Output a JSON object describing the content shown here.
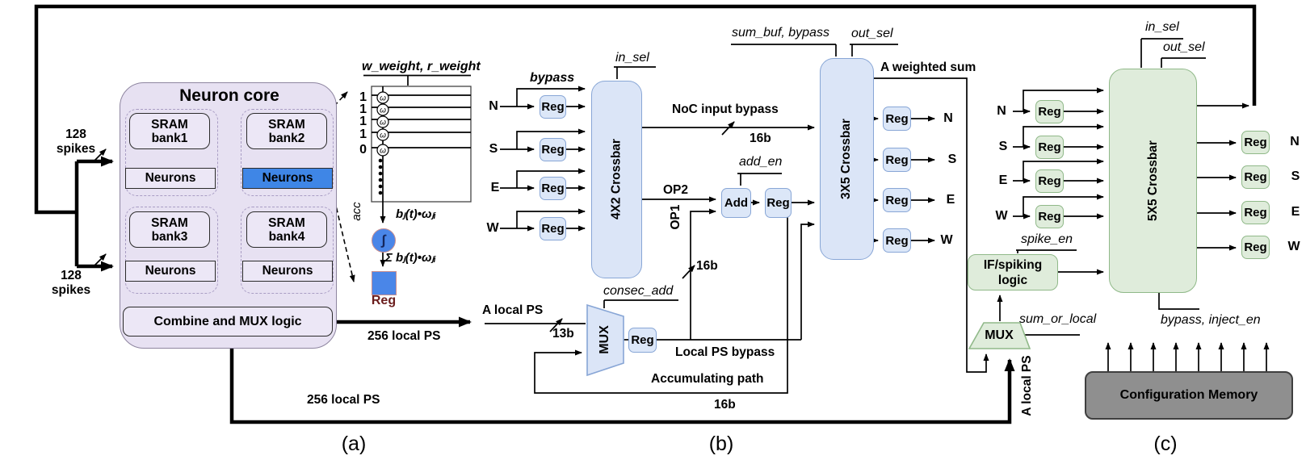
{
  "colors": {
    "core_lavender": "#e7e1f2",
    "inner_lavender": "#ece7f6",
    "highlight_blue": "#3f86e6",
    "panel_blue_fill": "#dbe5f7",
    "panel_blue_border": "#88a6d6",
    "panel_green_fill": "#dfecdb",
    "panel_green_border": "#90b989",
    "detail_blue": "#4a86e8",
    "config_gray": "#8f8f8f",
    "blue_arrow": "#3b3bdd"
  },
  "captions": {
    "a": "(a)",
    "b": "(b)",
    "c": "(c)"
  },
  "common": {
    "reg": "Reg",
    "mux": "MUX",
    "dirs": [
      "N",
      "S",
      "E",
      "W"
    ],
    "b16": "16b"
  },
  "panel_a": {
    "spikes_in_top": "128 spikes",
    "spikes_in_bottom": "128 spikes",
    "core_title": "Neuron core",
    "banks": [
      "SRAM bank1",
      "SRAM bank2",
      "SRAM bank3",
      "SRAM bank4"
    ],
    "neurons": "Neurons",
    "combine": "Combine and MUX logic",
    "bus_out_label": "256 local PS",
    "bus_bottom_label": "256 local PS",
    "detail": {
      "title": "w_weight, r_weight",
      "bits": [
        "1",
        "1",
        "1",
        "1",
        "0"
      ],
      "omega": "ω",
      "acc": "acc",
      "integrator": "∫",
      "product": "bⱼ(t)•ωⱼᵢ",
      "sum": "Σ bⱼ(t)•ωⱼᵢ",
      "reg": "Reg"
    }
  },
  "panel_b": {
    "bypass": "bypass",
    "in_sel": "in_sel",
    "crossbar": "4X2 Crossbar",
    "noc_bypass": "NoC input bypass",
    "op2": "OP2",
    "op1": "OP1",
    "add_en": "add_en",
    "add": "Add",
    "sum_buf_bypass": "sum_buf, bypass",
    "out_sel": "out_sel",
    "crossbar2": "3X5 Crossbar",
    "weighted_sum": "A weighted sum",
    "a_local_ps": "A local PS",
    "b13": "13b",
    "consec_add": "consec_add",
    "local_ps_bypass": "Local PS bypass",
    "accumulating_path": "Accumulating path"
  },
  "panel_c": {
    "in_sel": "in_sel",
    "out_sel": "out_sel",
    "crossbar": "5X5 Crossbar",
    "spike_en": "spike_en",
    "if_spiking": "IF/spiking logic",
    "sum_or_local": "sum_or_local",
    "a_local_ps": "A local PS",
    "bypass_inject": "bypass, inject_en",
    "config_memory": "Configuration Memory"
  }
}
